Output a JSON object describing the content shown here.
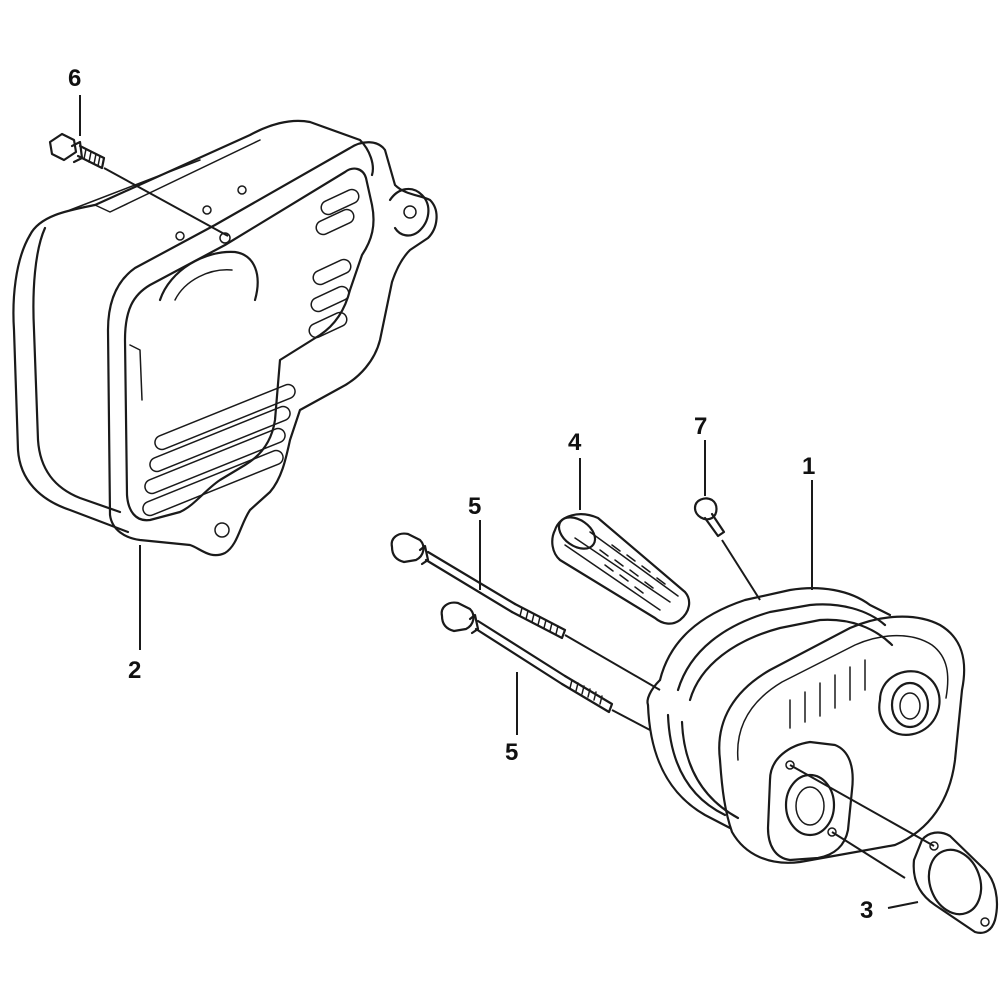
{
  "callouts": {
    "p1": "1",
    "p2": "2",
    "p3": "3",
    "p4": "4",
    "p5a": "5",
    "p5b": "5",
    "p6": "6",
    "p7": "7"
  }
}
